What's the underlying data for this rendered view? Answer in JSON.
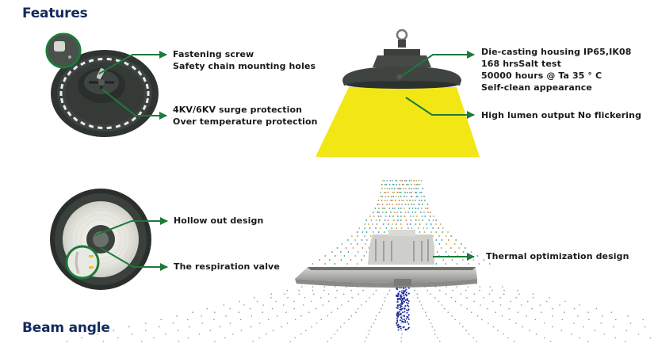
{
  "headings": {
    "features": "Features",
    "beam_angle": "Beam  angle"
  },
  "colors": {
    "accent_green": "#1c7a3a",
    "heading_navy": "#132a5e",
    "beam_yellow": "#f2e614",
    "housing_dark": "#3a3f3c"
  },
  "callouts": {
    "top_left_upper": [
      "Fastening screw",
      "Safety chain mounting holes"
    ],
    "top_left_lower": [
      "4KV/6KV surge protection",
      "Over temperature protection"
    ],
    "top_right_upper": [
      "Die-casting housing IP65,IK08",
      "168 hrsSalt test",
      "50000 hours @ Ta 35 ° C",
      "Self-clean appearance"
    ],
    "top_right_lower": [
      "High lumen output No flickering"
    ],
    "bottom_left_upper": [
      "Hollow out design"
    ],
    "bottom_left_lower": [
      "The respiration valve"
    ],
    "bottom_right": [
      "Thermal optimization design"
    ]
  }
}
